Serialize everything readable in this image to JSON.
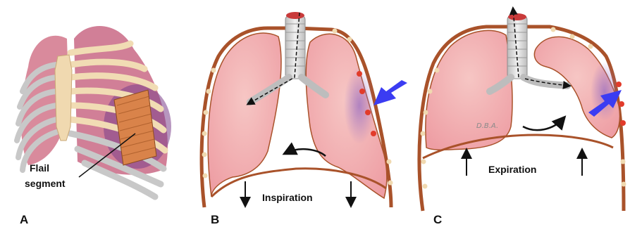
{
  "panels": [
    {
      "letter": "A",
      "label_line1": "Flail",
      "label_line2": "segment"
    },
    {
      "letter": "B",
      "caption": "Inspiration"
    },
    {
      "letter": "C",
      "caption": "Expiration"
    }
  ],
  "artist_initials": "D.B.A.",
  "colors": {
    "lung": "#f2b3b3",
    "lung_dark": "#e58f98",
    "pleura": "#a9522a",
    "rib": "#f0d9b0",
    "trachea": "#d9d9d9",
    "bruise": "#8a5fb0",
    "arrow_blue": "#3b3cf2",
    "flail": "#d9834a",
    "red_dots": "#e23b2a"
  }
}
